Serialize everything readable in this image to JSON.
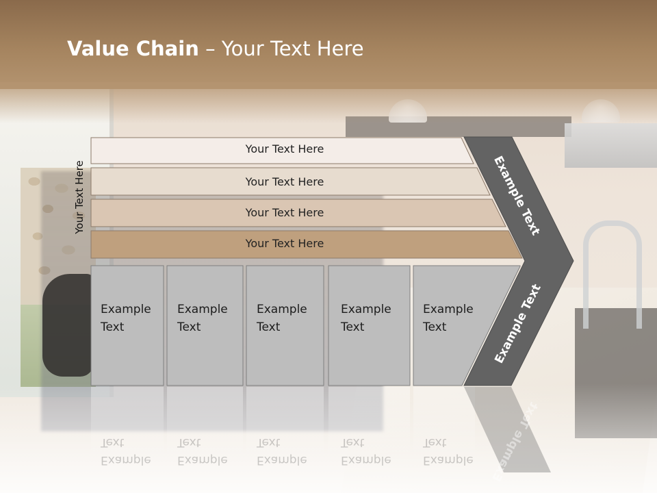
{
  "slide": {
    "title_bold": "Value Chain",
    "title_rest": " – Your Text Here",
    "vertical_label": "Your Text Here",
    "bars": [
      {
        "label": "Your Text Here",
        "color": "#f4ede8"
      },
      {
        "label": "Your Text Here",
        "color": "#e7dccf"
      },
      {
        "label": "Your Text Here",
        "color": "#dac6b3"
      },
      {
        "label": "Your Text Here",
        "color": "#bfa07e"
      }
    ],
    "boxes": [
      {
        "line1": "Example",
        "line2": "Text"
      },
      {
        "line1": "Example",
        "line2": "Text"
      },
      {
        "line1": "Example",
        "line2": "Text"
      },
      {
        "line1": "Example",
        "line2": "Text"
      },
      {
        "line1": "Example",
        "line2": "Text"
      }
    ],
    "chevron_top_label": "Example Text",
    "chevron_bottom_label": "Example Text",
    "colors": {
      "header": "#a5845f",
      "box_fill": "#bdbdbd",
      "chevron_fill": "#636363",
      "bar_border": "#8c7a6a"
    }
  }
}
